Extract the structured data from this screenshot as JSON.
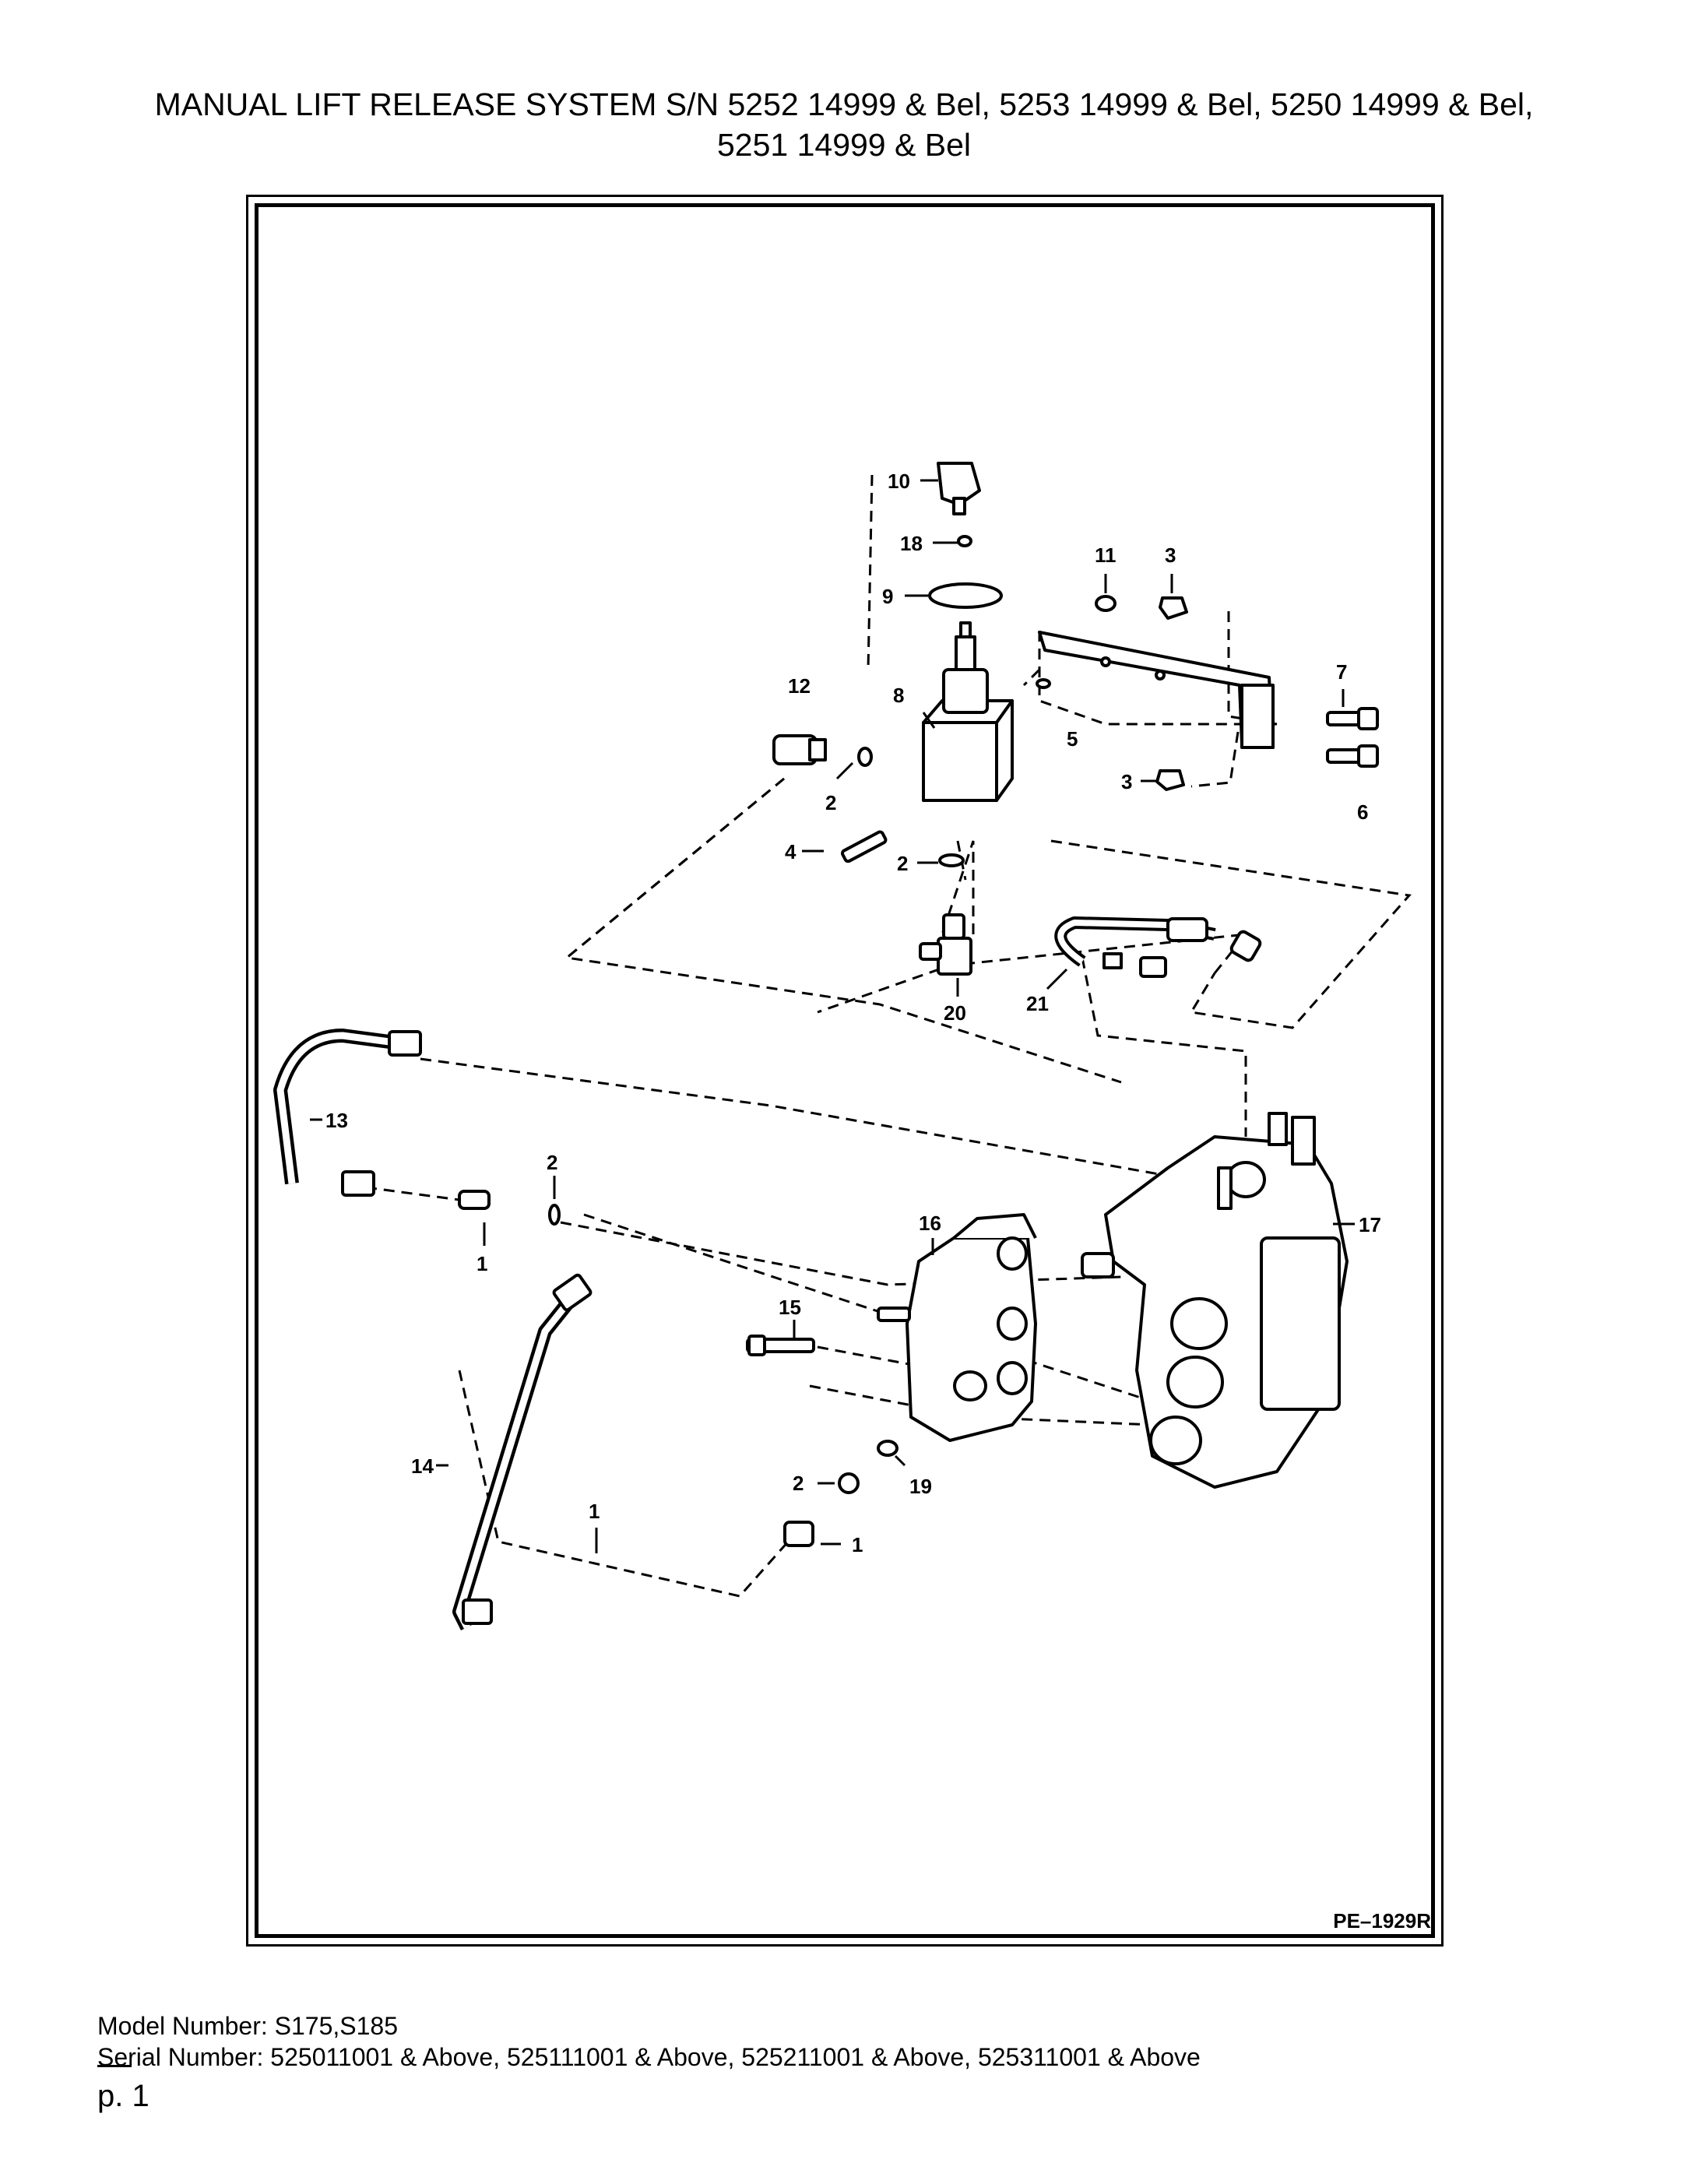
{
  "header": {
    "title_line1": "MANUAL LIFT RELEASE SYSTEM S/N 5252 14999 & Bel, 5253 14999 & Bel, 5250 14999 & Bel,",
    "title_line2": "5251 14999 & Bel"
  },
  "diagram": {
    "drawing_code": "PE–1929R",
    "callouts": {
      "c10": "10",
      "c18": "18",
      "c9": "9",
      "c8": "8",
      "c12": "12",
      "c11": "11",
      "c3a": "3",
      "c7": "7",
      "c5": "5",
      "c2a": "2",
      "c3b": "3",
      "c6": "6",
      "c4": "4",
      "c2b": "2",
      "c20": "20",
      "c21": "21",
      "c13": "13",
      "c2c": "2",
      "c1a": "1",
      "c16": "16",
      "c17": "17",
      "c15": "15",
      "c14": "14",
      "c2d": "2",
      "c19": "19",
      "c1b": "1",
      "c1c": "1"
    }
  },
  "footer": {
    "model_number": "Model Number: S175,S185",
    "serial_number": "Serial Number: 525011001 & Above, 525111001 & Above, 525211001 & Above, 525311001 & Above",
    "page_label": "p. 1"
  }
}
